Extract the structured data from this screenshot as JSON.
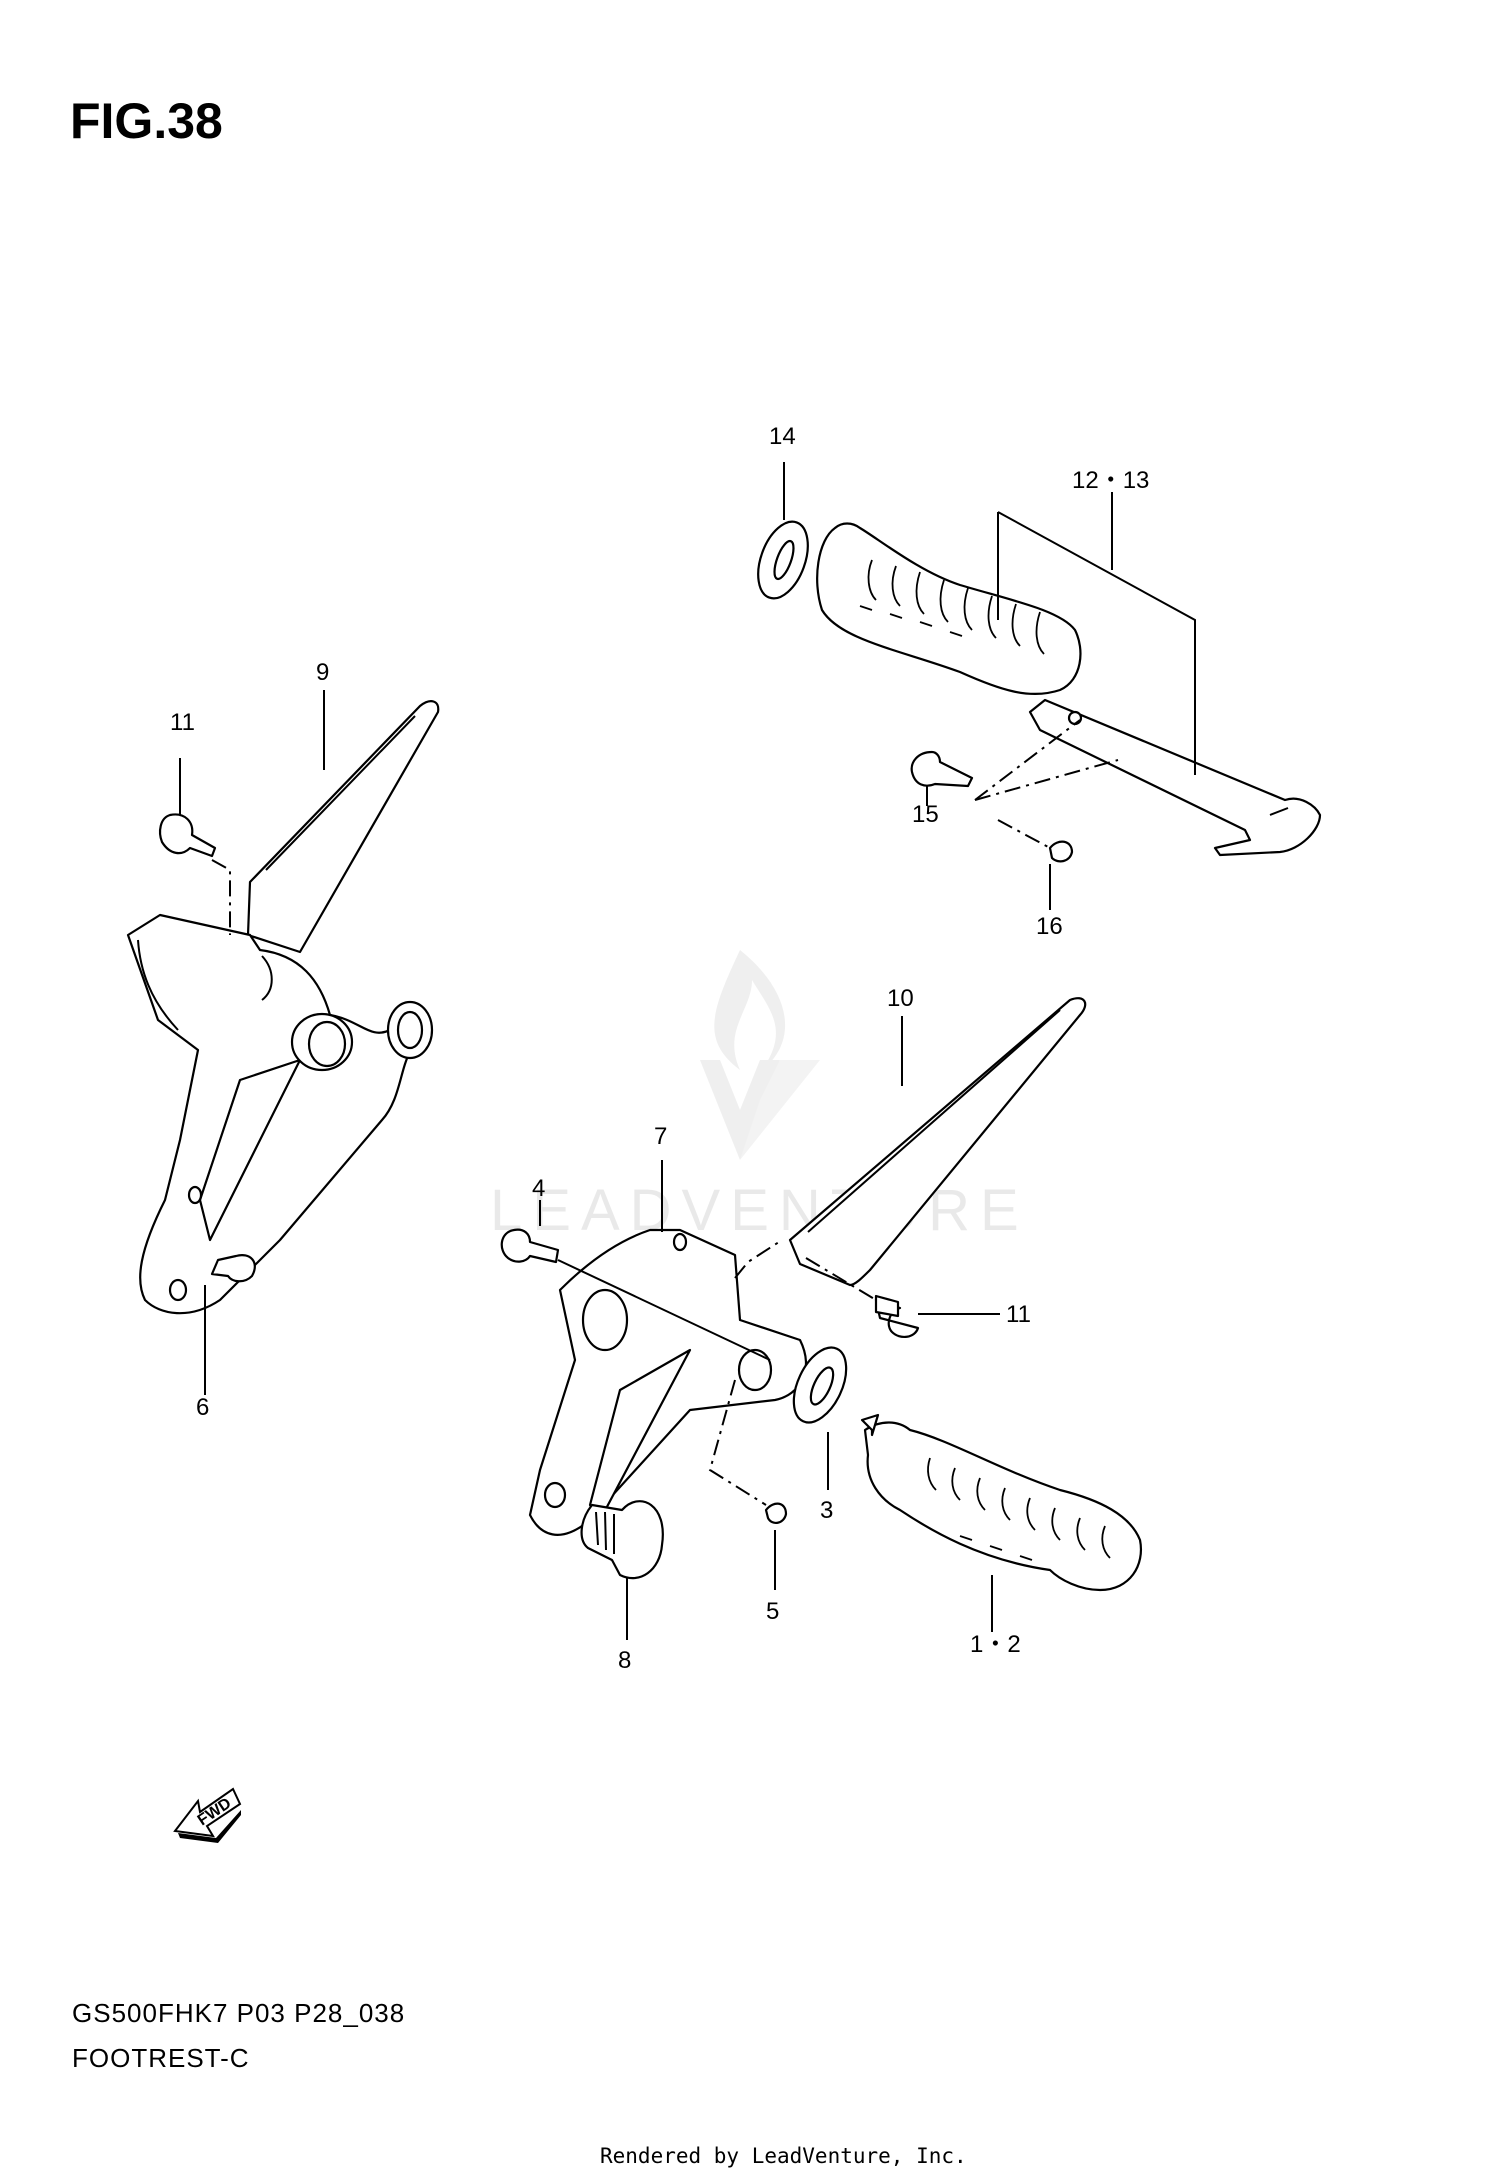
{
  "figure": {
    "title": "FIG.38",
    "model_code": "GS500FHK7 P03 P28_038",
    "section_name": "FOOTREST-C",
    "credit": "Rendered by LeadVenture, Inc.",
    "watermark": "LEADVENTURE",
    "direction_badge": "FWD"
  },
  "callouts": {
    "c1_2": "1・2",
    "c3": "3",
    "c4": "4",
    "c5": "5",
    "c6": "6",
    "c7": "7",
    "c8": "8",
    "c9": "9",
    "c10": "10",
    "c11_left": "11",
    "c11_right": "11",
    "c12_13": "12・13",
    "c14": "14",
    "c15": "15",
    "c16": "16"
  }
}
